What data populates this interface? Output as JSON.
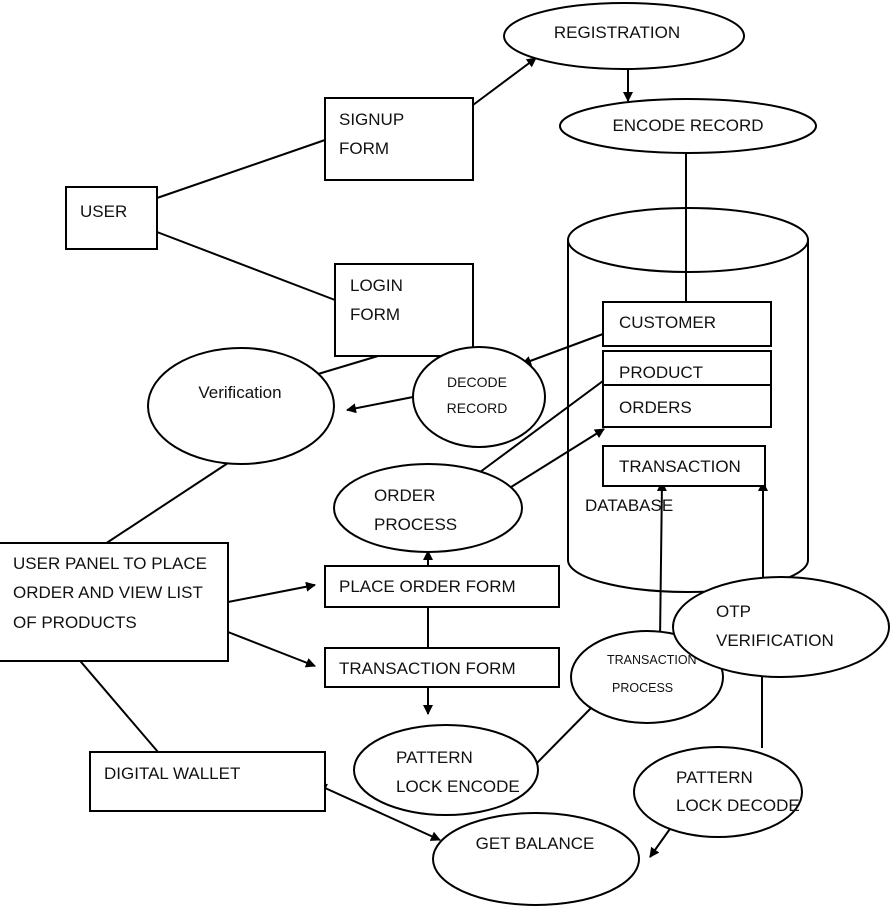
{
  "nodes": {
    "registration": "REGISTRATION",
    "encode_record": "ENCODE RECORD",
    "signup_form": [
      "SIGNUP",
      "FORM"
    ],
    "user": "USER",
    "login_form": [
      "LOGIN",
      "FORM"
    ],
    "customer": "CUSTOMER",
    "product": "PRODUCT",
    "orders": "ORDERS",
    "transaction": "TRANSACTION",
    "database": "DATABASE",
    "verification": "Verification",
    "decode_record": [
      "DECODE",
      "RECORD"
    ],
    "order_process": [
      "ORDER",
      "PROCESS"
    ],
    "user_panel": [
      "USER PANEL TO PLACE",
      "ORDER AND VIEW LIST",
      "OF PRODUCTS"
    ],
    "place_order_form": "PLACE ORDER FORM",
    "transaction_form": "TRANSACTION FORM",
    "otp_verification": [
      "OTP",
      "VERIFICATION"
    ],
    "transaction_process": [
      "TRANSACTION",
      "PROCESS"
    ],
    "pattern_lock_encode": [
      "PATTERN",
      "LOCK ENCODE"
    ],
    "digital_wallet": "DIGITAL WALLET",
    "pattern_lock_decode": [
      "PATTERN",
      "LOCK DECODE"
    ],
    "get_balance": "GET BALANCE"
  }
}
